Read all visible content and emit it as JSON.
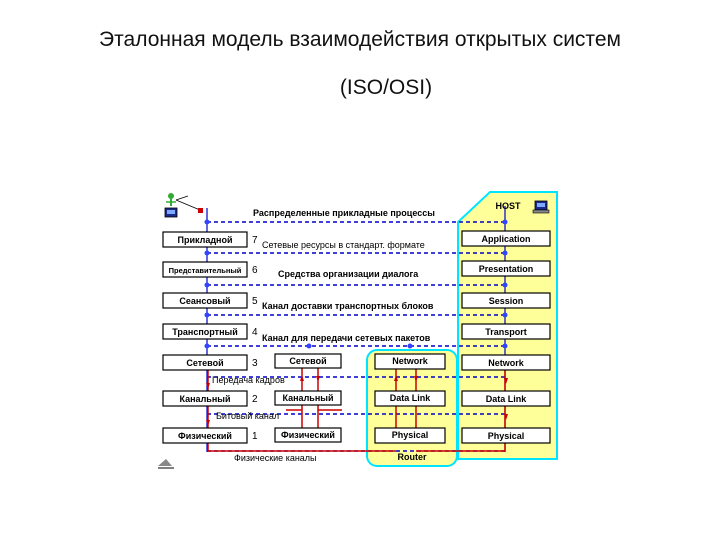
{
  "title_line1": "Эталонная модель взаимодействия открытых систем",
  "title_line2": "(ISO/OSI)",
  "diagram": {
    "host_label": "HOST",
    "router_label": "Router",
    "left_layers": [
      "Прикладной",
      "Представительный",
      "Сеансовый",
      "Транспортный",
      "Сетевой",
      "Канальный",
      "Физический"
    ],
    "layer_numbers": [
      "7",
      "6",
      "5",
      "4",
      "3",
      "2",
      "1"
    ],
    "right_layers": [
      "Application",
      "Presentation",
      "Session",
      "Transport",
      "Network",
      "Data Link",
      "Physical"
    ],
    "router_layers": [
      "Network",
      "Data Link",
      "Physical"
    ],
    "mid_layers": [
      "Сетевой",
      "Канальный",
      "Физический"
    ],
    "texts": {
      "distributed": "Распределенные прикладные процессы",
      "resources": "Сетевые ресурсы в стандарт. формате",
      "dialog": "Средства организации диалога",
      "transport_channel": "Канал доставки транспортных блоков",
      "packet_channel": "Канал для передачи сетевых пакетов",
      "frames": "Передача кадров",
      "bit_channel": "Битовый канал",
      "physical_channels": "Физические каналы"
    },
    "colors": {
      "host_panel": "#ffff99",
      "panel_border": "#00e5ff",
      "dashed_line": "#0000cc",
      "data_path": "#cc0000",
      "endpoint": "#3344ff"
    }
  }
}
